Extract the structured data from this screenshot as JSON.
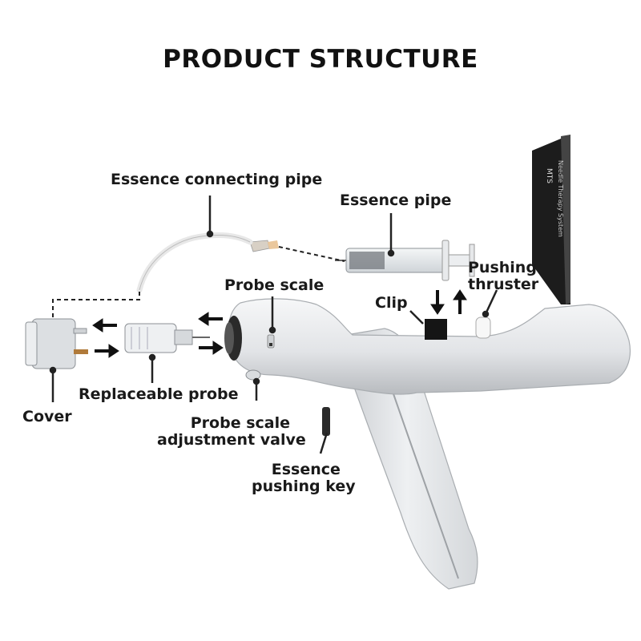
{
  "title": "PRODUCT STRUCTURE",
  "labels": {
    "essence_connecting_pipe": "Essence connecting pipe",
    "essence_pipe": "Essence pipe",
    "probe_scale": "Probe scale",
    "pushing_thruster_1": "Pushing",
    "pushing_thruster_2": "thruster",
    "clip": "Clip",
    "replaceable_probe": "Replaceable probe",
    "cover": "Cover",
    "probe_scale_adjustment_valve_1": "Probe scale",
    "probe_scale_adjustment_valve_2": "adjustment valve",
    "essence_pushing_key_1": "Essence",
    "essence_pushing_key_2": "pushing key"
  },
  "device_strap_text": {
    "line1": "MTS",
    "line2": "Needle Therapy System"
  },
  "colors": {
    "device_body": "#e6e8ea",
    "device_shadow": "#b9bcc0",
    "label_text": "#1a1a1a",
    "strap": "#1c1c1c"
  }
}
